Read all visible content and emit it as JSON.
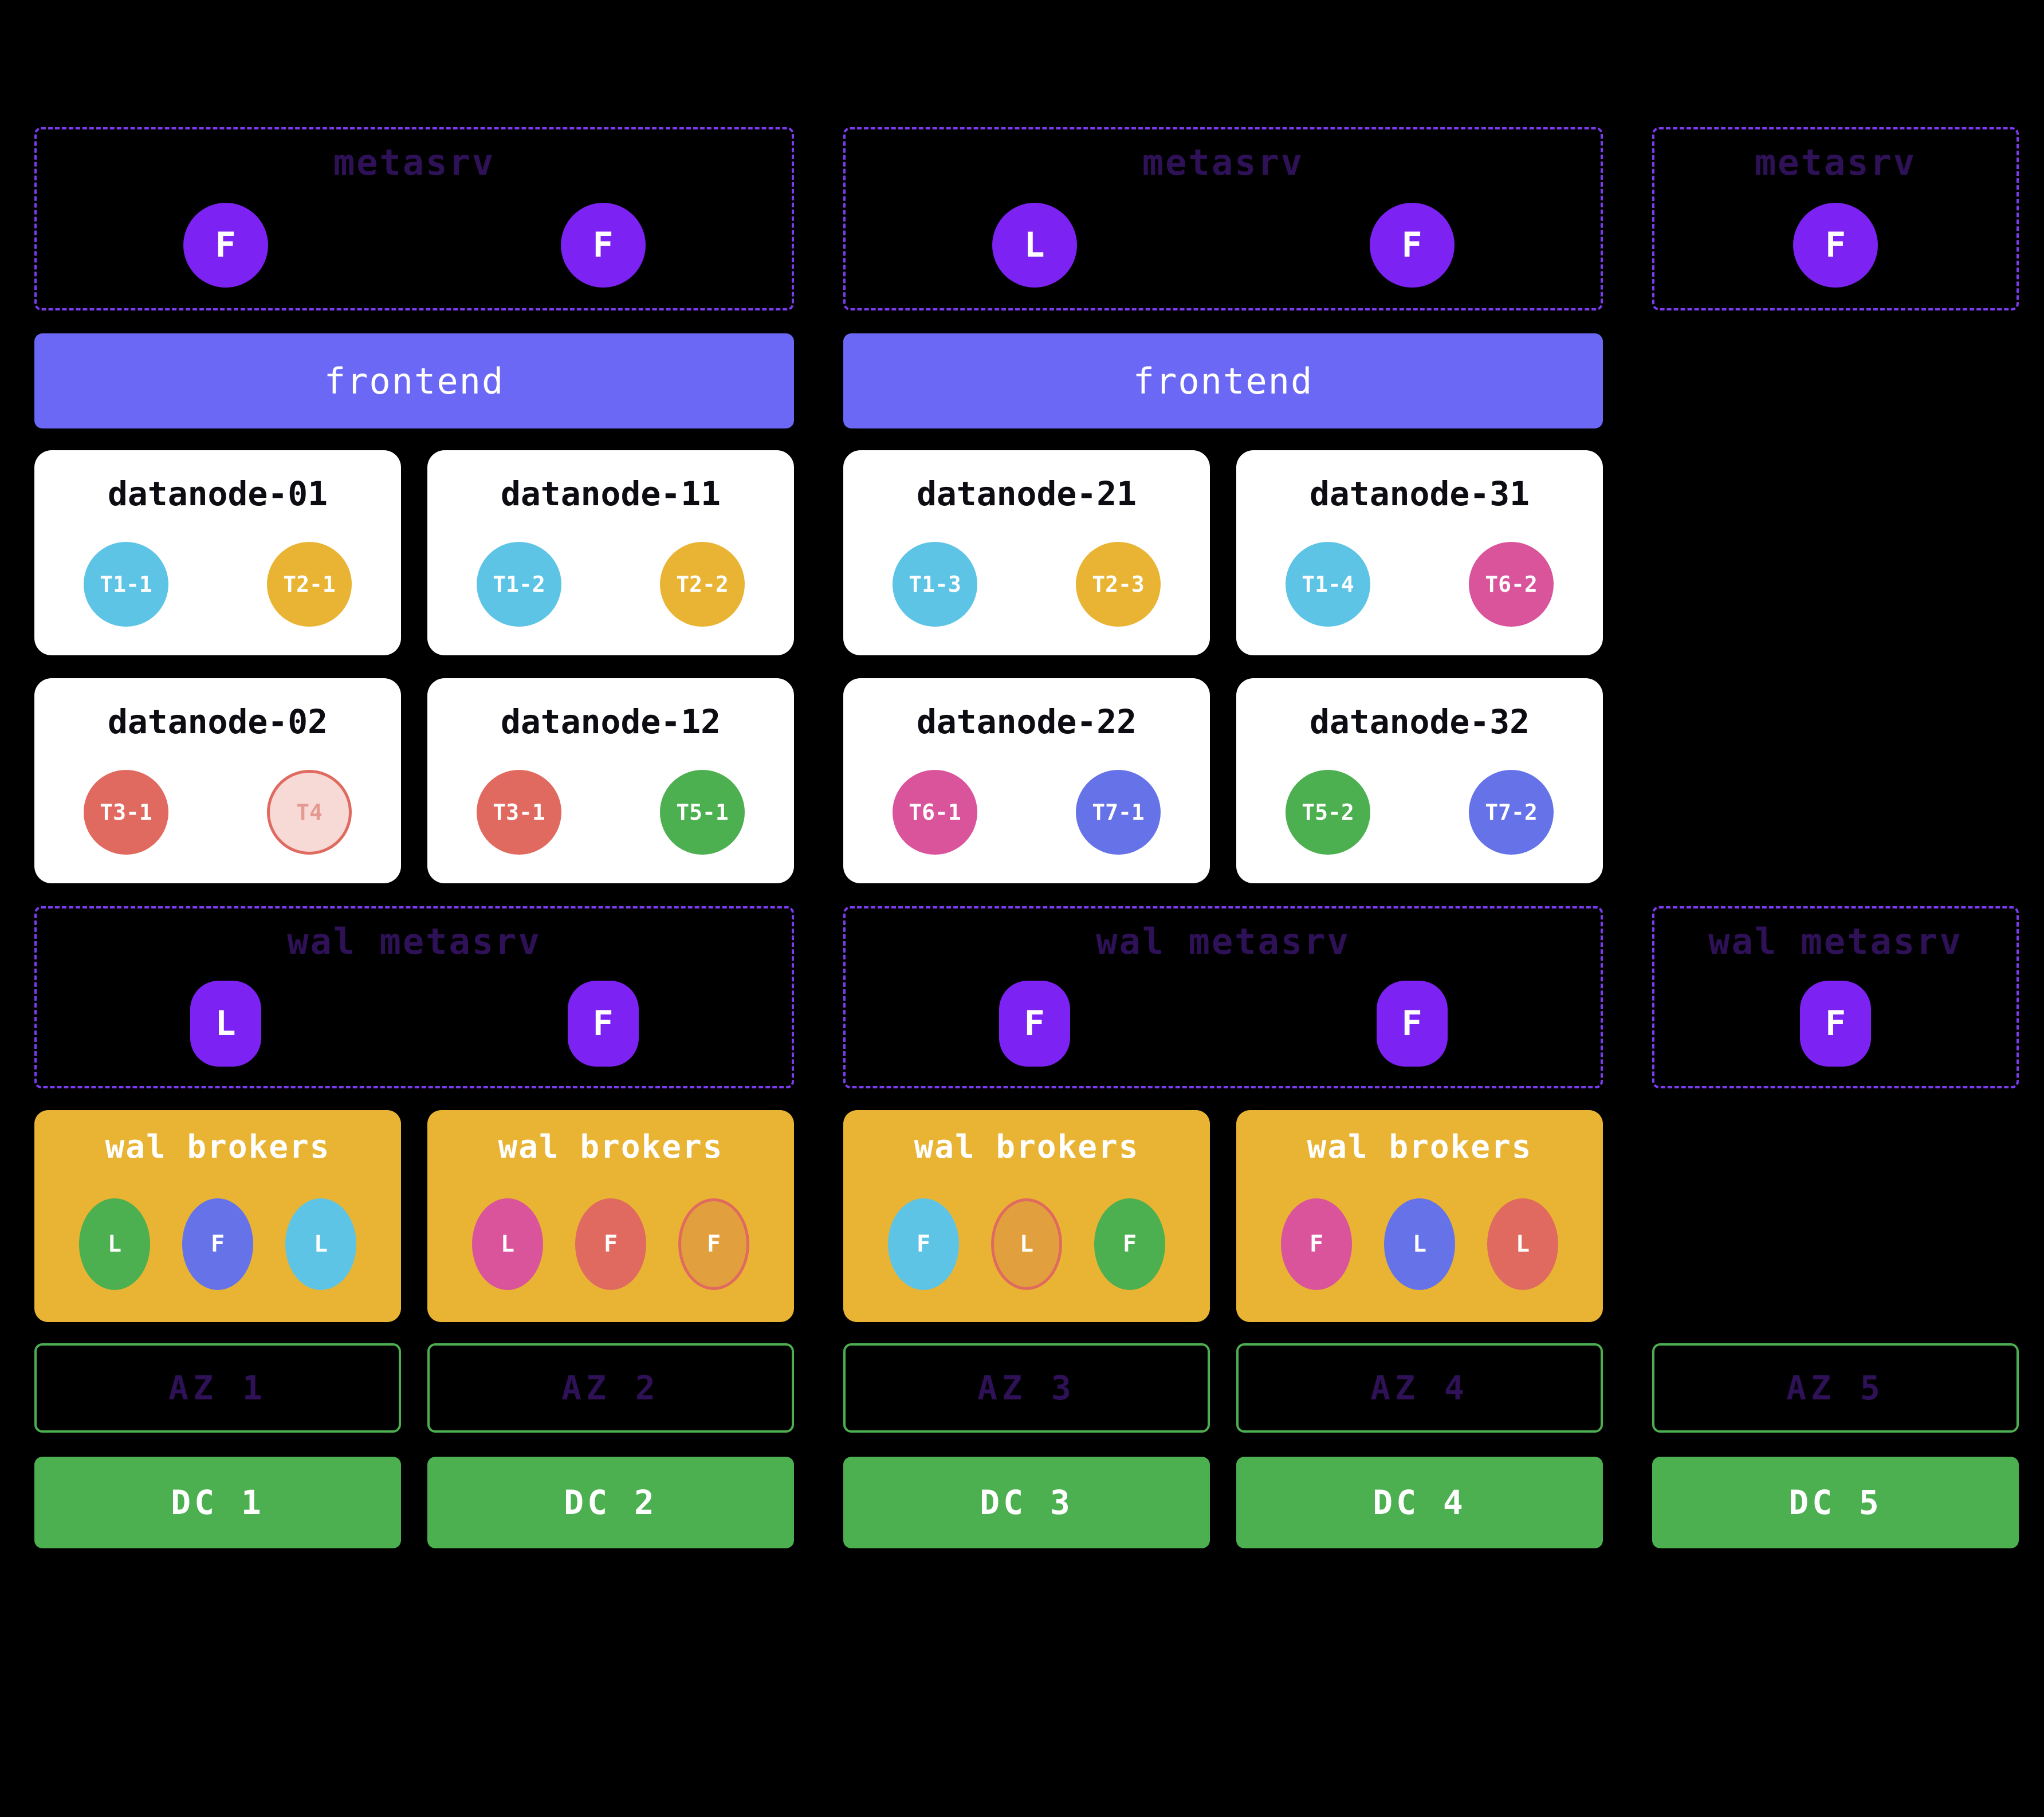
{
  "colors": {
    "background": "#000000",
    "purple_node": "#7c22f2",
    "dashed_border": "#7d3bf0",
    "frontend_bar": "#6a68f5",
    "datanode_bg": "#ffffff",
    "broker_bg": "#e9b433",
    "az_border": "#4caf50",
    "dc_bg": "#4caf50",
    "dim_label": "#2e1157"
  },
  "metasrv_clusters": [
    {
      "label": "metasrv",
      "nodes": [
        "F",
        "F"
      ]
    },
    {
      "label": "metasrv",
      "nodes": [
        "L",
        "F"
      ]
    },
    {
      "label": "metasrv",
      "nodes": [
        "F"
      ]
    }
  ],
  "frontends": [
    {
      "label": "frontend"
    },
    {
      "label": "frontend"
    }
  ],
  "datanode_rows": [
    [
      {
        "name": "datanode-01",
        "regions": [
          {
            "label": "T1-1",
            "fill": "#5ec4e6"
          },
          {
            "label": "T2-1",
            "fill": "#e9b433"
          }
        ]
      },
      {
        "name": "datanode-11",
        "regions": [
          {
            "label": "T1-2",
            "fill": "#5ec4e6"
          },
          {
            "label": "T2-2",
            "fill": "#e9b433"
          }
        ]
      },
      {
        "name": "datanode-21",
        "regions": [
          {
            "label": "T1-3",
            "fill": "#5ec4e6"
          },
          {
            "label": "T2-3",
            "fill": "#e9b433"
          }
        ]
      },
      {
        "name": "datanode-31",
        "regions": [
          {
            "label": "T1-4",
            "fill": "#5ec4e6"
          },
          {
            "label": "T6-2",
            "fill": "#d9549b"
          }
        ]
      }
    ],
    [
      {
        "name": "datanode-02",
        "regions": [
          {
            "label": "T3-1",
            "fill": "#e06a5f"
          },
          {
            "label": "T4",
            "fill": "#f7d9d5",
            "border": "#e06a5f",
            "text_color": "#e49a90"
          }
        ]
      },
      {
        "name": "datanode-12",
        "regions": [
          {
            "label": "T3-1",
            "fill": "#e06a5f"
          },
          {
            "label": "T5-1",
            "fill": "#4caf50"
          }
        ]
      },
      {
        "name": "datanode-22",
        "regions": [
          {
            "label": "T6-1",
            "fill": "#d9549b"
          },
          {
            "label": "T7-1",
            "fill": "#6672e8"
          }
        ]
      },
      {
        "name": "datanode-32",
        "regions": [
          {
            "label": "T5-2",
            "fill": "#4caf50"
          },
          {
            "label": "T7-2",
            "fill": "#6672e8"
          }
        ]
      }
    ]
  ],
  "wal_metasrv_clusters": [
    {
      "label": "wal metasrv",
      "nodes": [
        "L",
        "F"
      ]
    },
    {
      "label": "wal metasrv",
      "nodes": [
        "F",
        "F"
      ]
    },
    {
      "label": "wal metasrv",
      "nodes": [
        "F"
      ]
    }
  ],
  "wal_broker_groups": [
    {
      "title": "wal brokers",
      "partitions": [
        {
          "label": "L",
          "fill": "#4caf50"
        },
        {
          "label": "F",
          "fill": "#6672e8"
        },
        {
          "label": "L",
          "fill": "#5ec4e6"
        }
      ]
    },
    {
      "title": "wal brokers",
      "partitions": [
        {
          "label": "L",
          "fill": "#d9549b"
        },
        {
          "label": "F",
          "fill": "#e06a5f"
        },
        {
          "label": "F",
          "fill": "#e29f3d",
          "border": "#e06a5f"
        }
      ]
    },
    {
      "title": "wal brokers",
      "partitions": [
        {
          "label": "F",
          "fill": "#5ec4e6"
        },
        {
          "label": "L",
          "fill": "#e29f3d",
          "border": "#e06a5f"
        },
        {
          "label": "F",
          "fill": "#4caf50"
        }
      ]
    },
    {
      "title": "wal brokers",
      "partitions": [
        {
          "label": "F",
          "fill": "#d9549b"
        },
        {
          "label": "L",
          "fill": "#6672e8"
        },
        {
          "label": "L",
          "fill": "#e06a5f"
        }
      ]
    }
  ],
  "availability_zones": [
    {
      "label": "AZ 1"
    },
    {
      "label": "AZ 2"
    },
    {
      "label": "AZ 3"
    },
    {
      "label": "AZ 4"
    },
    {
      "label": "AZ 5"
    }
  ],
  "data_centers": [
    {
      "label": "DC 1"
    },
    {
      "label": "DC 2"
    },
    {
      "label": "DC 3"
    },
    {
      "label": "DC 4"
    },
    {
      "label": "DC 5"
    }
  ]
}
